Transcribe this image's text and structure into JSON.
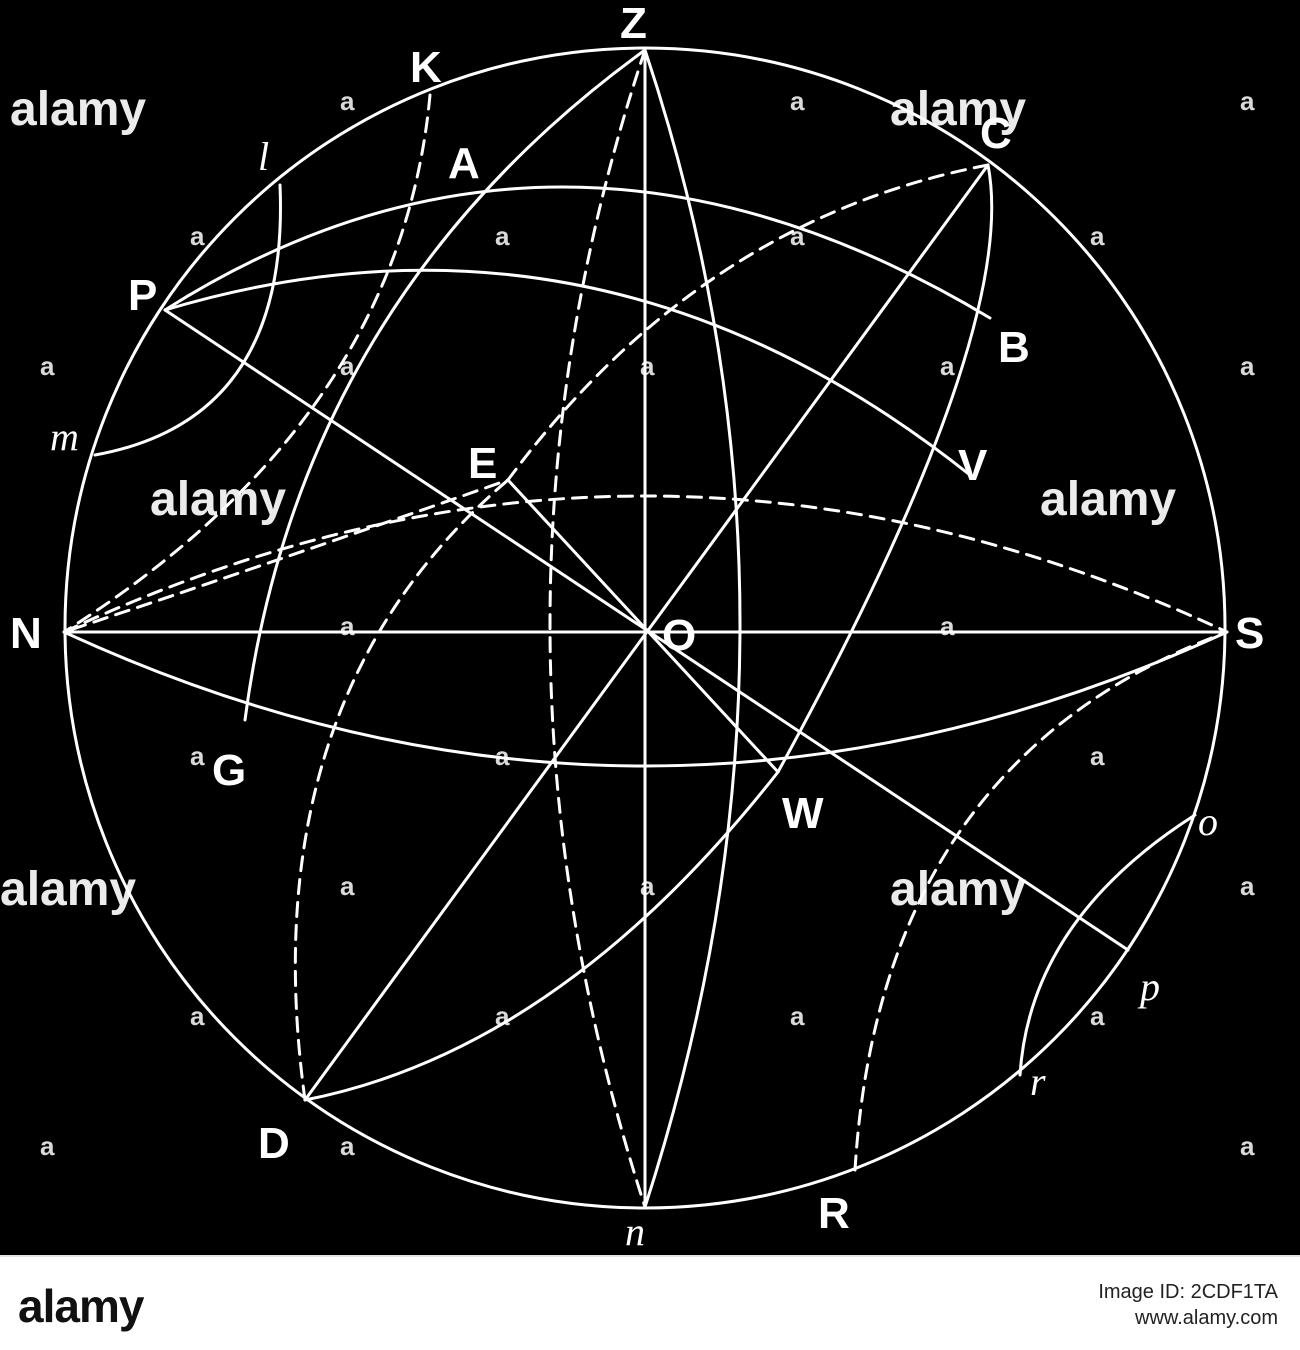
{
  "diagram": {
    "labels": {
      "Z": "Z",
      "K": "K",
      "C": "C",
      "l": "l",
      "A": "A",
      "P": "P",
      "B": "B",
      "m": "m",
      "E": "E",
      "V": "V",
      "N": "N",
      "O": "O",
      "S": "S",
      "G": "G",
      "W": "W",
      "o": "o",
      "p": "p",
      "r": "r",
      "D": "D",
      "n": "n",
      "R": "R"
    },
    "line_color": "#ffffff",
    "background_color": "#000000"
  },
  "watermark": {
    "text": "alamy",
    "small_mark": "a"
  },
  "footer": {
    "logo": "alamy",
    "image_id": "Image ID: 2CDF1TA",
    "site": "www.alamy.com"
  }
}
